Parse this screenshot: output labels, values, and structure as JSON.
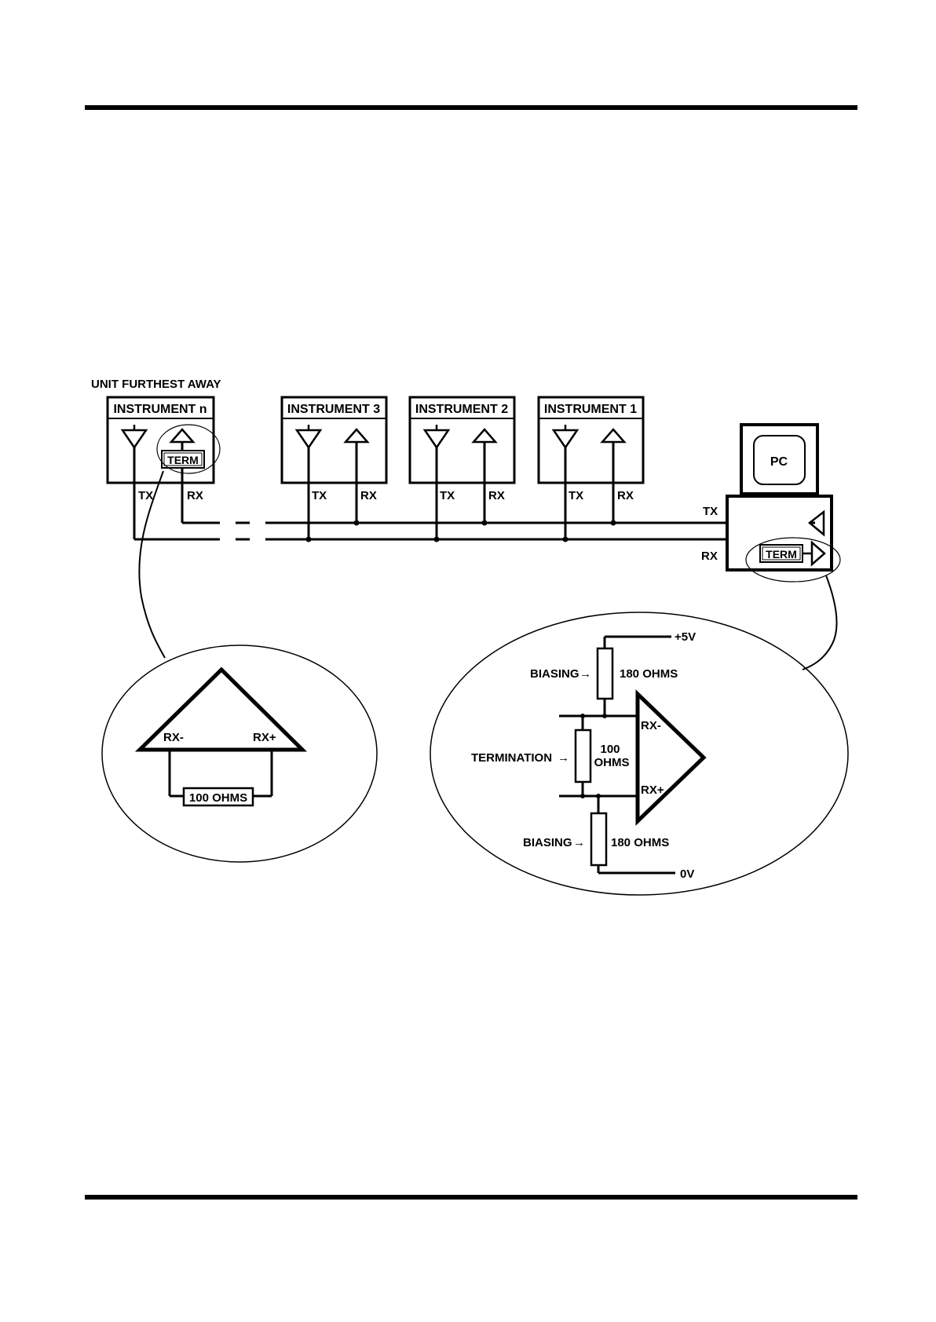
{
  "labels": {
    "unit_furthest_away": "UNIT FURTHEST AWAY",
    "instrument_n": "INSTRUMENT n",
    "instrument_3": "INSTRUMENT 3",
    "instrument_2": "INSTRUMENT 2",
    "instrument_1": "INSTRUMENT 1",
    "tx": "TX",
    "rx": "RX",
    "term": "TERM",
    "pc": "PC",
    "plus5v": "+5V",
    "zero_v": "0V",
    "biasing": "BIASING",
    "arrow": "→",
    "ohms_180": "180 OHMS",
    "ohms_100": "100 OHMS",
    "ohms_100_line1": "100",
    "ohms_100_line2": "OHMS",
    "termination": "TERMINATION",
    "rx_minus": "RX-",
    "rx_plus": "RX+"
  }
}
